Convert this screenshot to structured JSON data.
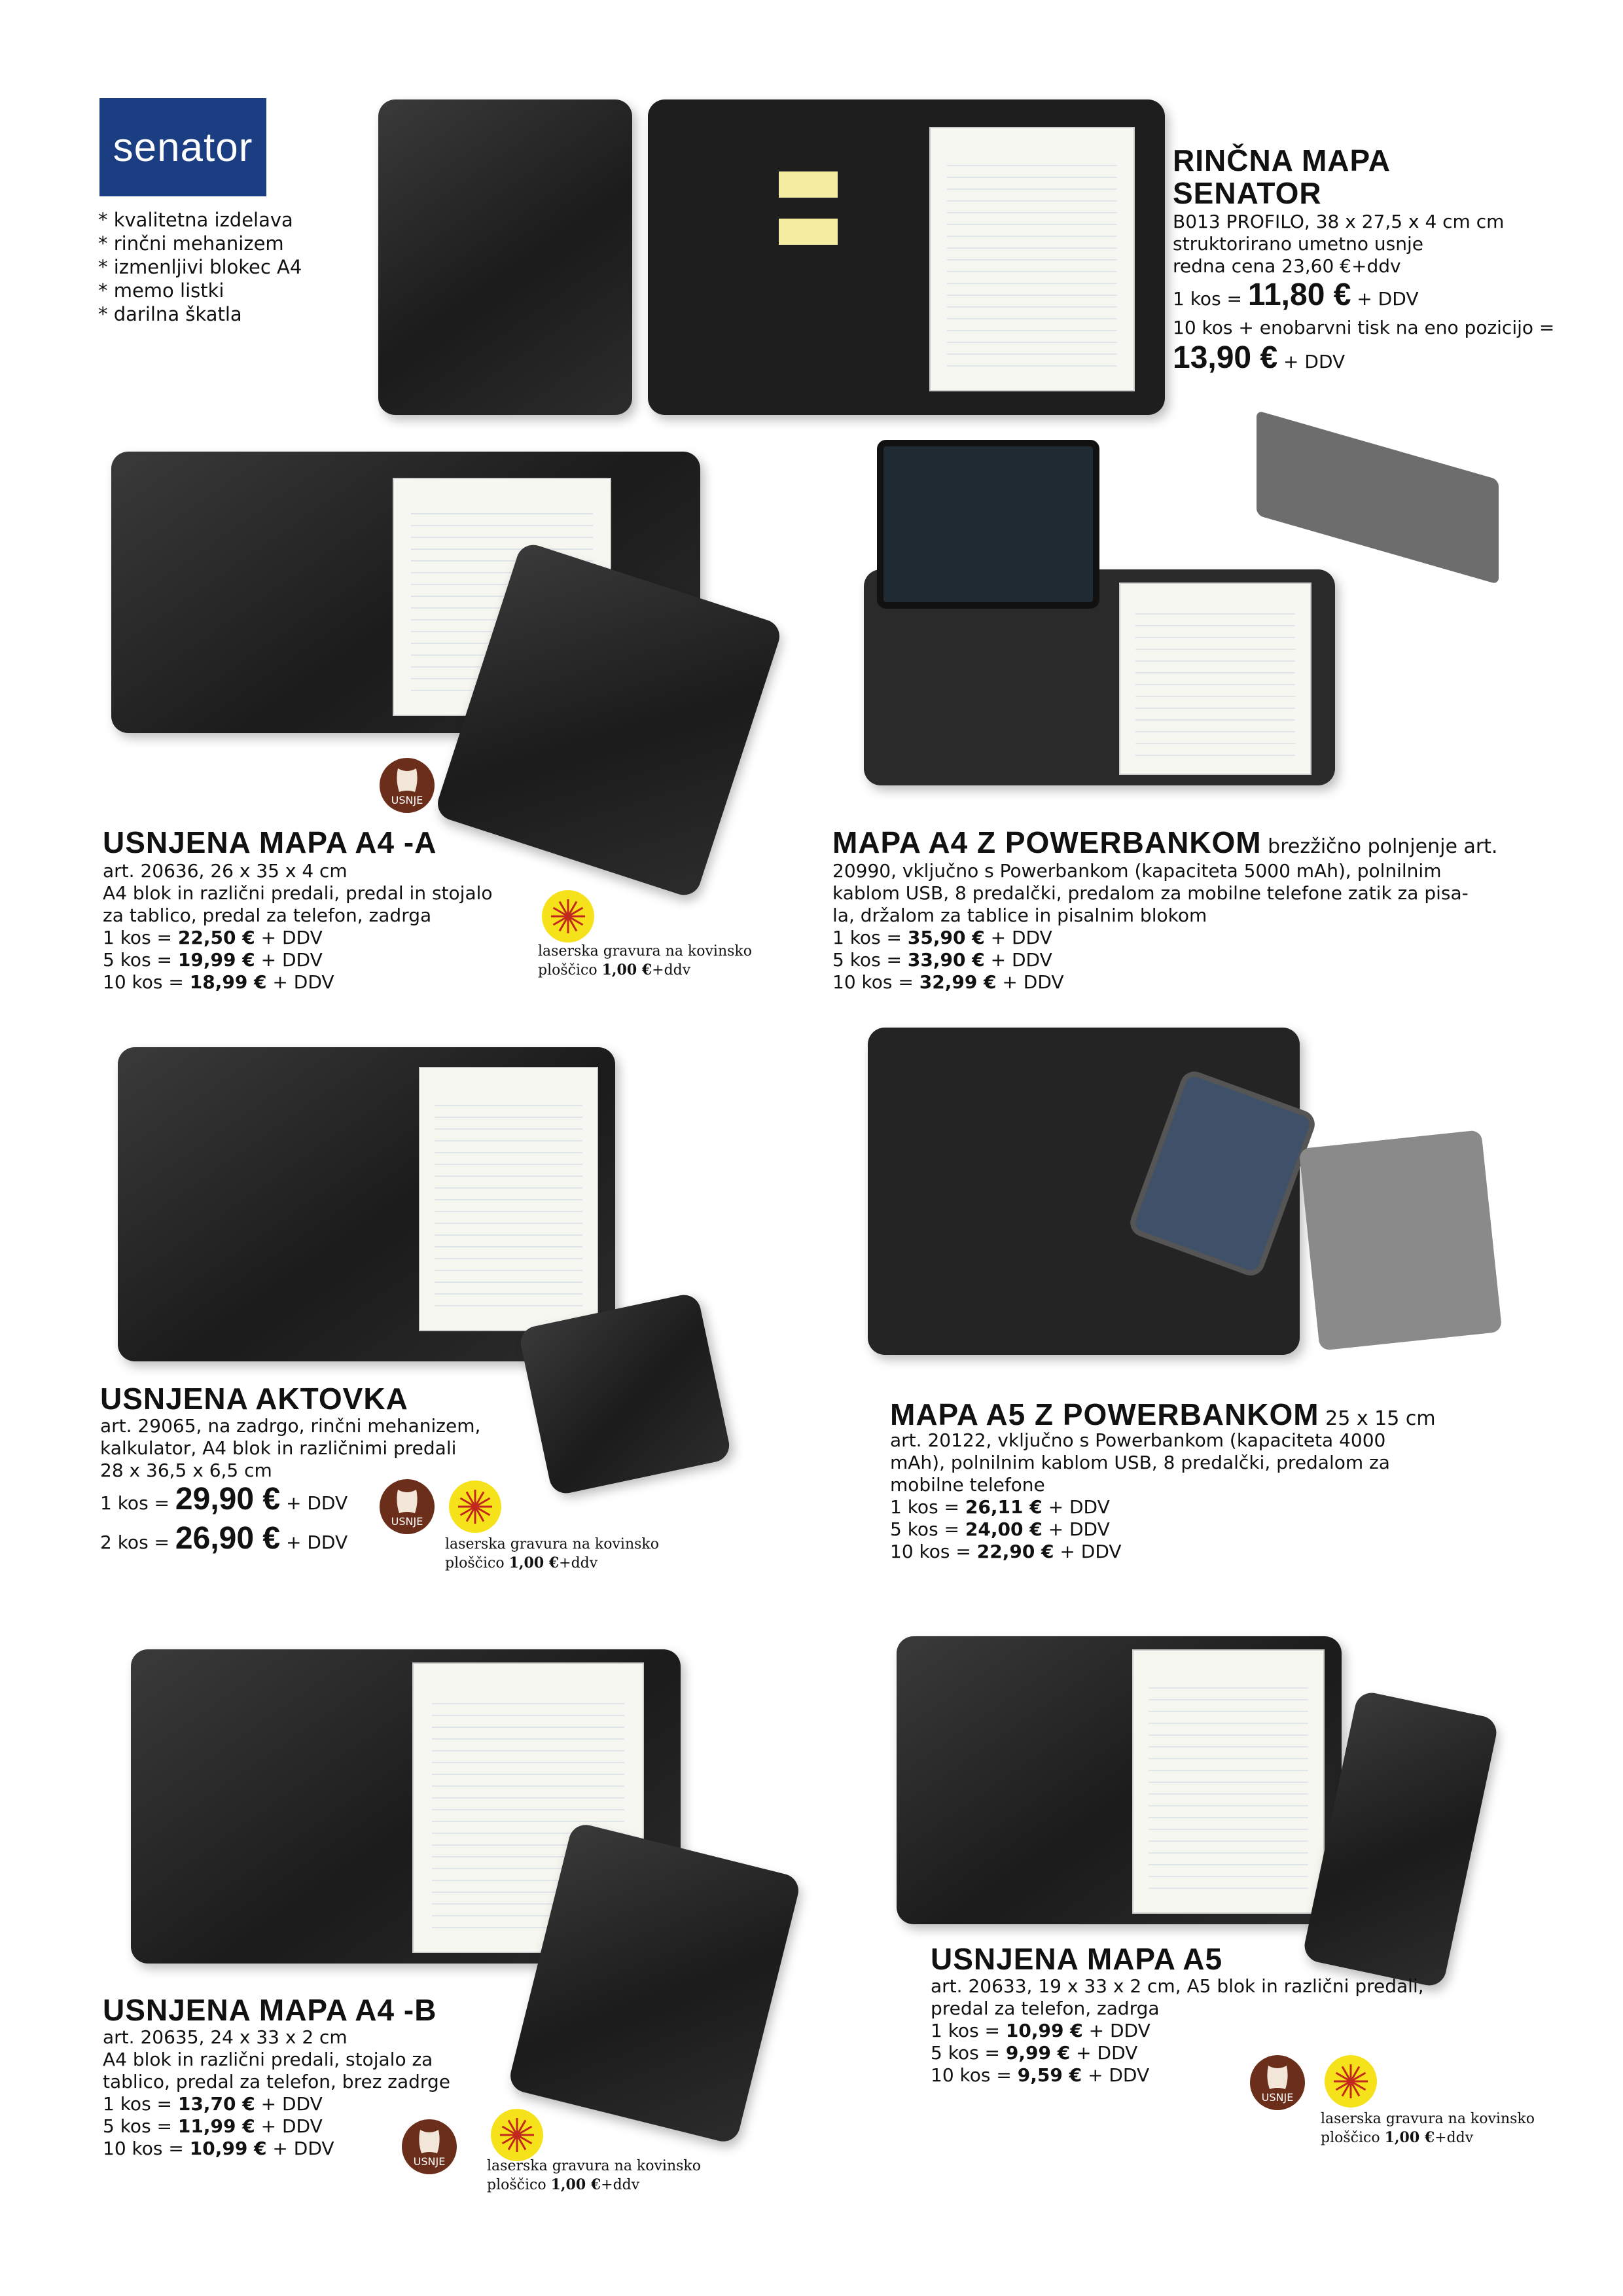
{
  "brand": {
    "logo_text": "senator"
  },
  "features": [
    "* kvalitetna izdelava",
    "* rinčni mehanizem",
    "* izmenljivi blokec A4",
    "* memo listki",
    "* darilna škatla"
  ],
  "product_senator": {
    "title_line1": "RINČNA MAPA",
    "title_line2": "SENATOR",
    "line1": "B013 PROFILO, 38 x 27,5 x 4 cm cm",
    "line2": "struktorirano umetno usnje",
    "line3": "redna cena 23,60 €+ddv",
    "price1_prefix": "1 kos = ",
    "price1_value": "11,80 €",
    "price1_suffix": " + DDV",
    "line4": "10 kos + enobarvni tisk na eno pozicijo =",
    "price2_value": "13,90 €",
    "price2_suffix": " + DDV"
  },
  "product_a4a": {
    "title": "USNJENA MAPA A4 -A",
    "line1": "art. 20636, 26 x 35 x 4 cm",
    "line2": "A4 blok in različni predali, predal in stojalo",
    "line3": "za tablico, predal za telefon, zadrga",
    "p1_prefix": "1 kos = ",
    "p1_value": "22,50 €",
    "p1_suffix": " + DDV",
    "p2_prefix": "5 kos = ",
    "p2_value": "19,99 €",
    "p2_suffix": " + DDV",
    "p3_prefix": "10 kos = ",
    "p3_value": "18,99 €",
    "p3_suffix": " + DDV"
  },
  "product_a4pb": {
    "title": "MAPA A4 Z POWERBANKOM",
    "title_sub": " brezžično polnjenje art.",
    "line1": "20990, vključno s Powerbankom (kapaciteta 5000 mAh), polnilnim",
    "line2": "kablom USB, 8 predalčki, predalom za mobilne telefone zatik za pisa-",
    "line3": "la, držalom za tablice in pisalnim blokom",
    "p1_prefix": "1 kos = ",
    "p1_value": "35,90 €",
    "p1_suffix": " + DDV",
    "p2_prefix": "5 kos = ",
    "p2_value": "33,90 €",
    "p2_suffix": " + DDV",
    "p3_prefix": "10 kos = ",
    "p3_value": "32,99 €",
    "p3_suffix": " + DDV"
  },
  "product_aktovka": {
    "title": "USNJENA AKTOVKA",
    "line1": "art. 29065, na zadrgo, rinčni mehanizem,",
    "line2": "kalkulator, A4 blok in različnimi predali",
    "line3": "28 x 36,5 x 6,5 cm",
    "p1_prefix": "1 kos = ",
    "p1_value": "29,90 €",
    "p1_suffix": " + DDV",
    "p2_prefix": "2 kos = ",
    "p2_value": "26,90 €",
    "p2_suffix": " + DDV"
  },
  "product_a5pb": {
    "title": "MAPA A5 Z POWERBANKOM",
    "title_sub": " 25 x 15 cm",
    "line1": "art. 20122, vključno s Powerbankom (kapaciteta 4000",
    "line2": "mAh), polnilnim kablom USB, 8 predalčki, predalom za",
    "line3": "mobilne telefone",
    "p1_prefix": "1 kos = ",
    "p1_value": "26,11 €",
    "p1_suffix": " + DDV",
    "p2_prefix": "5 kos = ",
    "p2_value": "24,00 €",
    "p2_suffix": " + DDV",
    "p3_prefix": "10 kos = ",
    "p3_value": "22,90 €",
    "p3_suffix": " + DDV"
  },
  "product_a4b": {
    "title": "USNJENA MAPA A4 -B",
    "line1": "art. 20635, 24 x 33 x 2 cm",
    "line2": "A4 blok in različni predali, stojalo za",
    "line3": "tablico, predal za telefon, brez zadrge",
    "p1_prefix": "1 kos = ",
    "p1_value": "13,70 €",
    "p1_suffix": " + DDV",
    "p2_prefix": "5 kos = ",
    "p2_value": "11,99 €",
    "p2_suffix": " + DDV",
    "p3_prefix": "10 kos = ",
    "p3_value": "10,99 €",
    "p3_suffix": " + DDV"
  },
  "product_a5": {
    "title": "USNJENA MAPA A5",
    "line1": "art. 20633, 19 x 33 x 2 cm, A5 blok in različni predali,",
    "line2": "predal za telefon, zadrga",
    "p1_prefix": "1 kos = ",
    "p1_value": "10,99 €",
    "p1_suffix": " + DDV",
    "p2_prefix": "5 kos = ",
    "p2_value": "9,99 €",
    "p2_suffix": " + DDV",
    "p3_prefix": "10 kos = ",
    "p3_value": "9,59 €",
    "p3_suffix": " + DDV"
  },
  "badges": {
    "leather_label": "USNJE",
    "laser_line1": "laserska gravura na kovinsko",
    "laser_line2_text": "ploščico ",
    "laser_line2_price": "1,00 €",
    "laser_line2_suffix": "+ddv"
  },
  "colors": {
    "logo_bg": "#1b3d82",
    "leather_badge": "#6b2e1a",
    "laser_badge": "#f6e21a"
  }
}
